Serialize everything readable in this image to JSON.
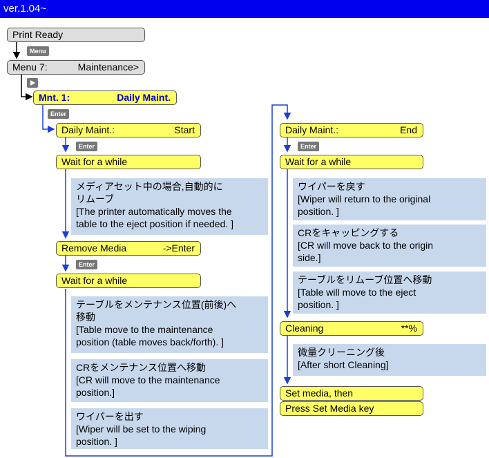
{
  "version": "ver.1.04~",
  "keys": {
    "menu": "Menu",
    "enter": "Enter"
  },
  "screens": {
    "print_ready": "Print Ready",
    "menu7_left": "Menu  7:",
    "menu7_right": "Maintenance>",
    "mnt1_left": "Mnt.  1:",
    "mnt1_right": "Daily Maint.",
    "daily_start_left": "Daily Maint.:",
    "daily_start_right": "Start",
    "wait_1": "Wait for a while",
    "remove_left": "Remove Media",
    "remove_right": "->Enter",
    "wait_2": "Wait for a while",
    "daily_end_left": "Daily Maint.:",
    "daily_end_right": "End",
    "wait_3": "Wait for a while",
    "cleaning_left": "Cleaning",
    "cleaning_right": "**%",
    "set_media": "Set media, then",
    "press_set_media": "Press Set Media key"
  },
  "notes": {
    "remove_auto": "メディアセット中の場合,自動的に\nリムーブ\n[The printer automatically moves the\ntable to the eject position if needed. ]",
    "table_move": "テーブルをメンテナンス位置(前後)へ\n移動\n[Table move to the maintenance\nposition (table moves back/forth). ]",
    "cr_move": "CRをメンテナンス位置へ移動\n[CR will move to the maintenance\nposition.]",
    "wiper_out": "ワイパーを出す\n[Wiper will be set to the wiping\nposition. ]",
    "wiper_back": "ワイパーを戻す\n[Wiper will return to the original\nposition. ]",
    "cr_cap": "CRをキャッピングする\n[CR will move back to the origin\nside.]",
    "table_eject": "テーブルをリムーブ位置へ移動\n[Table will move to the eject\nposition. ]",
    "after_clean": "微量クリーニング後\n[After short Cleaning]"
  }
}
